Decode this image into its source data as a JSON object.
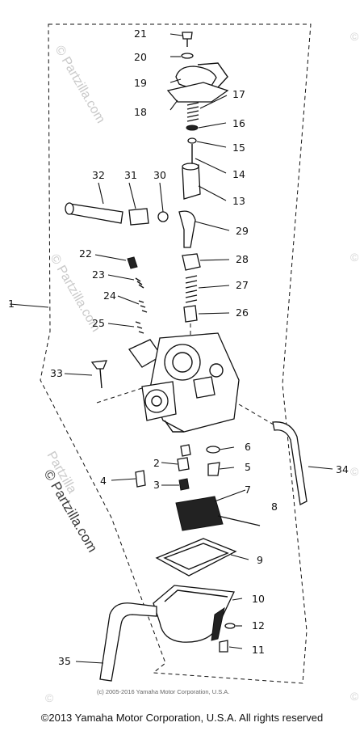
{
  "watermark": {
    "brand": "© Partzilla.com",
    "brand_short": "Partzilla",
    "symbol": "©"
  },
  "diagram": {
    "part_labels": [
      "1",
      "2",
      "3",
      "4",
      "5",
      "6",
      "7",
      "8",
      "9",
      "10",
      "11",
      "12",
      "13",
      "14",
      "15",
      "16",
      "17",
      "18",
      "19",
      "20",
      "21",
      "22",
      "23",
      "24",
      "25",
      "26",
      "27",
      "28",
      "29",
      "30",
      "31",
      "32",
      "33",
      "34",
      "35"
    ]
  },
  "footer": {
    "copyright_small": "(c) 2005-2016 Yamaha Motor Corporation, U.S.A.",
    "copyright": "©2013 Yamaha Motor Corporation, U.S.A. All rights reserved"
  }
}
